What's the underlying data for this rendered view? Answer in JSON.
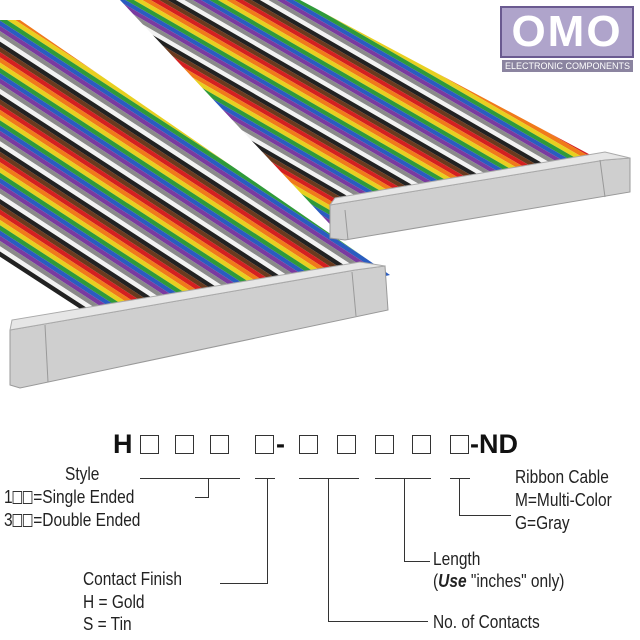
{
  "part_number": {
    "prefix": "H",
    "dash": "-",
    "suffix": "-ND"
  },
  "style": {
    "title": "Style",
    "single_prefix": "1",
    "single_label": "=Single Ended",
    "double_prefix": "3",
    "double_label": "=Double Ended"
  },
  "contact_finish": {
    "title": "Contact Finish",
    "gold": "H = Gold",
    "tin": "S = Tin"
  },
  "contacts": {
    "title": "No. of Contacts"
  },
  "length": {
    "title": "Length",
    "note_open": "(",
    "note_use": "Use",
    "note_rest": " \"inches\" only)"
  },
  "ribbon": {
    "title": "Ribbon Cable",
    "multi": "M=Multi-Color",
    "gray": "G=Gray"
  },
  "watermark": {
    "logo": "OMO",
    "tagline": "ELECTRONIC COMPONENTS"
  },
  "colors": {
    "stripes": [
      "#6b3a1e",
      "#d42020",
      "#f07a1a",
      "#e8d020",
      "#2f9a3a",
      "#2a5cc0",
      "#7a3aa0",
      "#8a8a8a",
      "#f2f2f2",
      "#222222"
    ],
    "connector": "#d8d8d8"
  }
}
